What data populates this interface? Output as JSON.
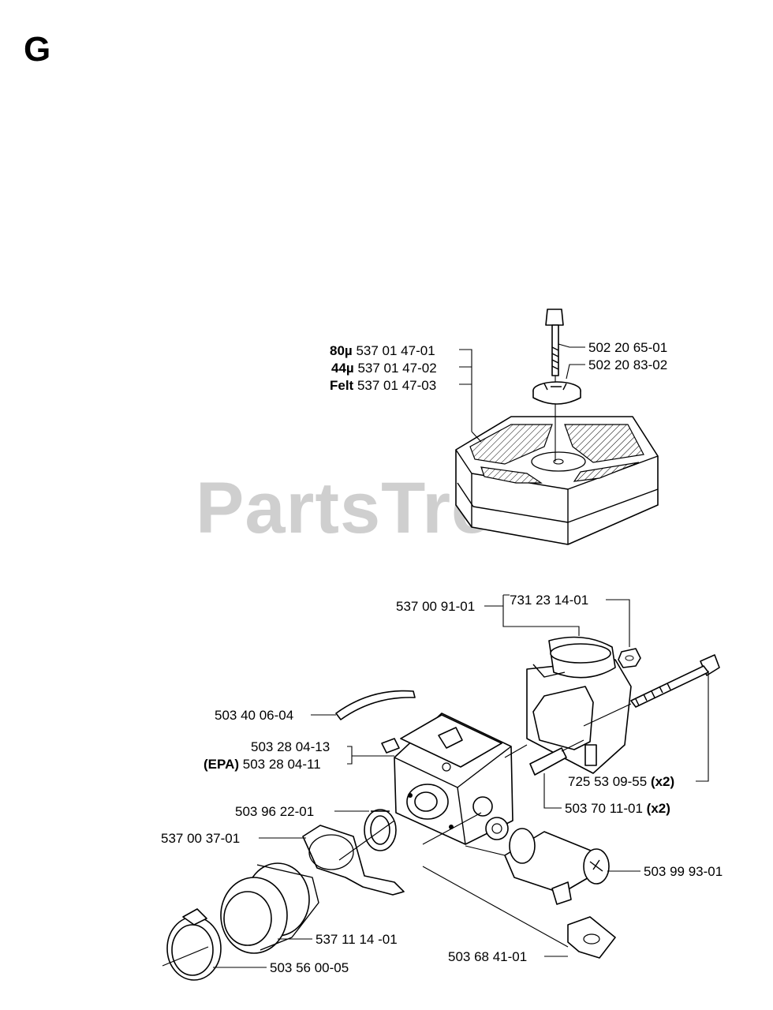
{
  "section_letter": "G",
  "watermark": "PartsTree",
  "labels": {
    "filter_80_qual": "80µ",
    "filter_80_num": "537 01 47-01",
    "filter_44_qual": "44µ",
    "filter_44_num": "537 01 47-02",
    "filter_felt_qual": "Felt",
    "filter_felt_num": "537 01 47-03",
    "bolt": "502 20 65-01",
    "nut_knob": "502 20 83-02",
    "gasket_set": "537 00 91-01",
    "nut_top": "731 23 14-01",
    "fuel_hose": "503 40 06-04",
    "carb": "503 28 04-13",
    "carb_epa_qual": "(EPA)",
    "carb_epa_num": "503 28 04-11",
    "long_screw_num": "725 53 09-55",
    "long_screw_qty": "(x2)",
    "sleeve_num": "503 70 11-01",
    "sleeve_qty": "(x2)",
    "seal_ring": "503 96 22-01",
    "clamp_bracket": "537 00 37-01",
    "throttle_part": "503 99 93-01",
    "intake_boot": "537 11 14 -01",
    "hose_clamp": "503 56 00-05",
    "bracket_small": "503 68 41-01"
  }
}
